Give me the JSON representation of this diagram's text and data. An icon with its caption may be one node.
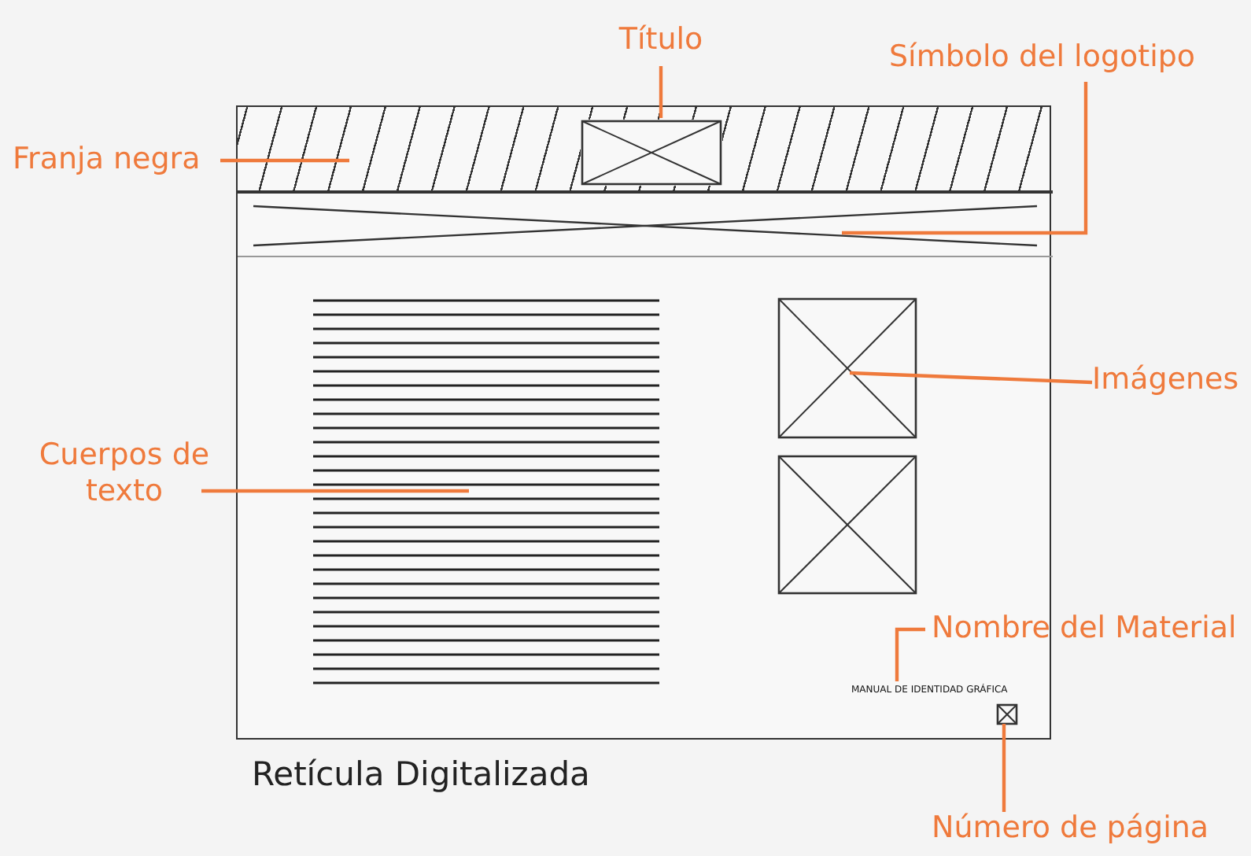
{
  "diagram": {
    "caption": "Retícula Digitalizada",
    "nodes": [
      {
        "text": [],
        "shape": "box"
      },
      {
        "text": [
          "Franja negra"
        ]
      },
      {
        "text": [],
        "shape": "bar",
        "in": 0
      },
      {
        "text": [
          "Título"
        ]
      },
      {
        "text": [],
        "shape": "box",
        "in": 2
      },
      {
        "text": [
          "Símbolo del logotipo"
        ]
      },
      {
        "text": [],
        "shape": "bar",
        "in": 0
      },
      {
        "text": [
          "Imágenes"
        ]
      },
      {
        "text": [],
        "shape": "box",
        "in": 0
      },
      {
        "text": [],
        "shape": "box",
        "in": 0
      },
      {
        "text": [
          "Cuerpos de texto"
        ]
      },
      {
        "text": [],
        "shape": "box",
        "in": 0
      },
      {
        "text": [
          "Nombre del Material"
        ]
      },
      {
        "text": [
          "MANUAL DE IDENTIDAD GRÁFICA"
        ],
        "in": 0
      },
      {
        "text": [
          "Número de página"
        ]
      },
      {
        "text": [],
        "shape": "box",
        "in": 0
      }
    ],
    "edges": [
      {
        "from": 1,
        "to": 2,
        "arrow": "none"
      },
      {
        "from": 3,
        "to": 4,
        "arrow": "none"
      },
      {
        "from": 5,
        "to": 6,
        "arrow": "none"
      },
      {
        "from": 7,
        "to": 8,
        "arrow": "none"
      },
      {
        "from": 10,
        "to": 11,
        "arrow": "none"
      },
      {
        "from": 12,
        "to": 13,
        "arrow": "none"
      },
      {
        "from": 14,
        "to": 15,
        "arrow": "none"
      }
    ]
  }
}
